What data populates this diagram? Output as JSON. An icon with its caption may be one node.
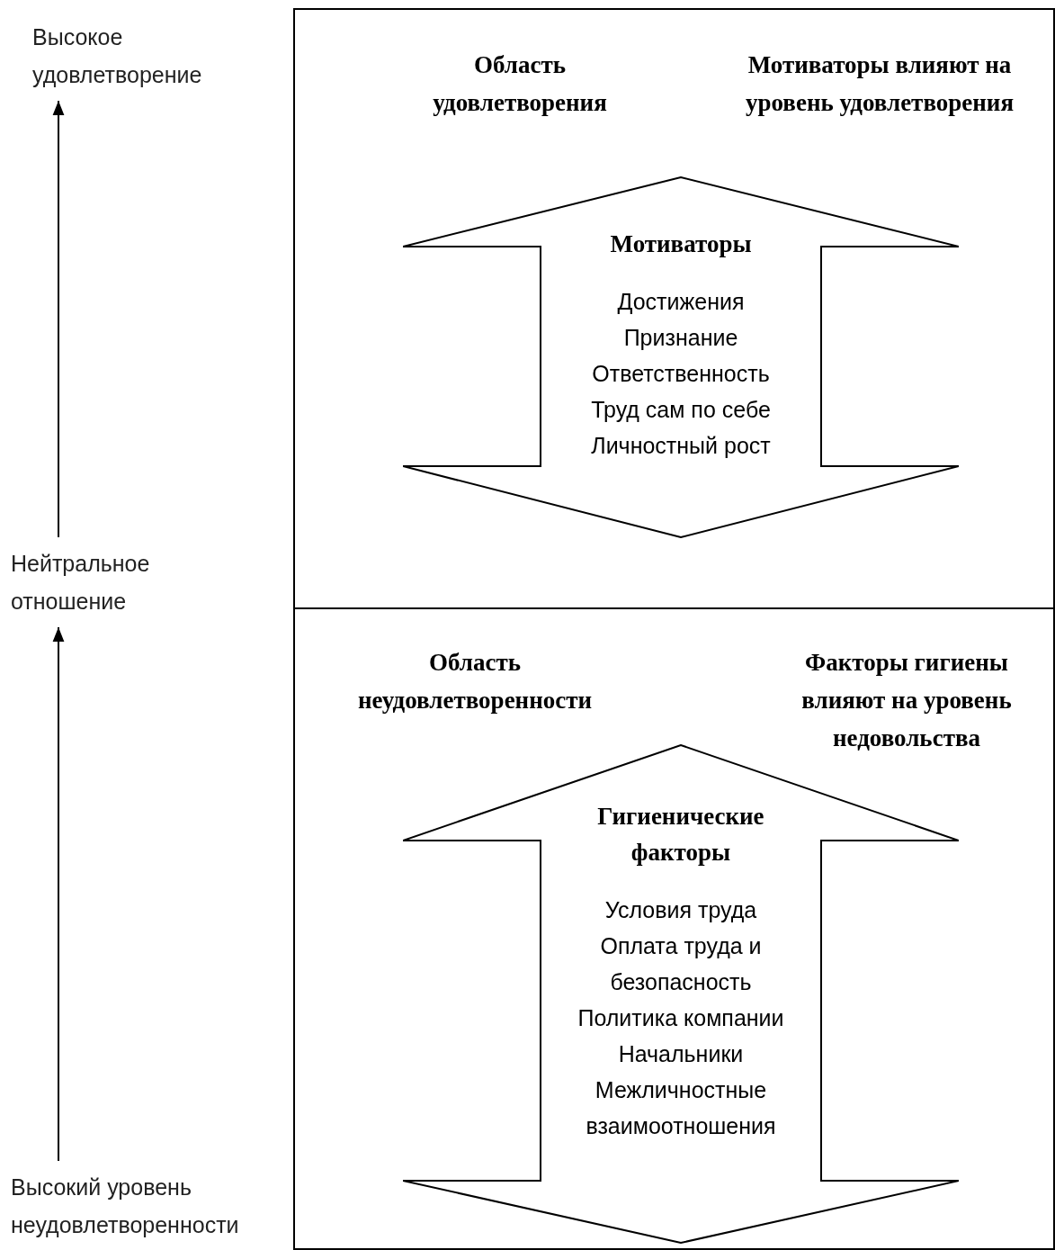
{
  "diagram": {
    "nodes": [
      {
        "text": [
          "Высокое удовлетворение"
        ]
      },
      {
        "text": [
          "Нейтральное отношение"
        ]
      },
      {
        "text": [
          "Высокий уровень неудовлетворенности"
        ]
      },
      {
        "text": [],
        "shape": "box"
      },
      {
        "text": [
          "Область удовлетворения"
        ],
        "in": 3
      },
      {
        "text": [
          "Мотиваторы влияют на уровень удовлетворения"
        ],
        "in": 3
      },
      {
        "text": [
          "Мотиваторы",
          "Достижения",
          "Признание",
          "Ответственность",
          "Труд сам по себе",
          "Личностный рост"
        ],
        "in": 3
      },
      {
        "text": [],
        "shape": "box"
      },
      {
        "text": [
          "Область неудовлетворенности"
        ],
        "in": 7
      },
      {
        "text": [
          "Факторы гигиены влияют на уровень недовольства"
        ],
        "in": 7
      },
      {
        "text": [
          "Гигиенические факторы",
          "Условия труда",
          "Оплата труда и безопасность",
          "Политика компании",
          "Начальники",
          "Межличностные взаимоотношения"
        ],
        "in": 7
      }
    ],
    "edges": [
      {
        "from": 2,
        "to": 1,
        "arrow": "to"
      },
      {
        "from": 1,
        "to": 0,
        "arrow": "to"
      }
    ]
  }
}
